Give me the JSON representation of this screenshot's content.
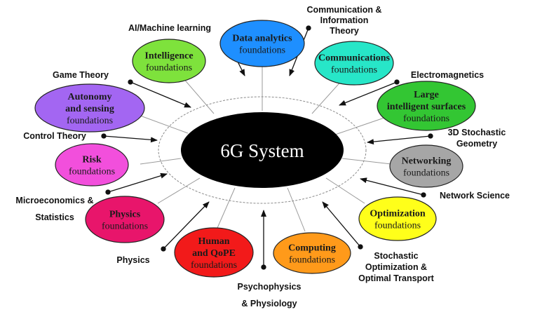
{
  "core": {
    "label": "6G System",
    "color": "#000000"
  },
  "nodes": [
    {
      "id": "data-analytics",
      "title": [
        "Data analytics"
      ],
      "subtitle": "foundations",
      "color": "#1e8fff"
    },
    {
      "id": "intelligence",
      "title": [
        "Intelligence"
      ],
      "subtitle": "foundations",
      "color": "#7ee23c"
    },
    {
      "id": "communications",
      "title": [
        "Communications"
      ],
      "subtitle": "foundations",
      "color": "#27e6c8"
    },
    {
      "id": "autonomy",
      "title": [
        "Autonomy",
        "and sensing"
      ],
      "subtitle": "foundations",
      "color": "#a366f2"
    },
    {
      "id": "lis",
      "title": [
        "Large",
        "intelligent surfaces"
      ],
      "subtitle": "foundations",
      "color": "#33c633"
    },
    {
      "id": "risk",
      "title": [
        "Risk"
      ],
      "subtitle": "foundations",
      "color": "#f24fdc"
    },
    {
      "id": "networking",
      "title": [
        "Networking"
      ],
      "subtitle": "foundations",
      "color": "#a6a6a6"
    },
    {
      "id": "physics",
      "title": [
        "Physics"
      ],
      "subtitle": "foundations",
      "color": "#e8156b"
    },
    {
      "id": "optimization",
      "title": [
        "Optimization"
      ],
      "subtitle": "foundations",
      "color": "#ffff1a"
    },
    {
      "id": "human-qope",
      "title": [
        "Human",
        "and QoPE"
      ],
      "subtitle": "foundations",
      "color": "#f21a1a"
    },
    {
      "id": "computing",
      "title": [
        "Computing"
      ],
      "subtitle": "foundations",
      "color": "#ff9a1a"
    }
  ],
  "external": [
    {
      "id": "ai-ml",
      "lines": [
        "AI/Machine learning"
      ]
    },
    {
      "id": "comm-info-theory",
      "lines": [
        "Communication &",
        "Information",
        "Theory"
      ]
    },
    {
      "id": "game-theory",
      "lines": [
        "Game Theory"
      ]
    },
    {
      "id": "electromagnetics",
      "lines": [
        "Electromagnetics"
      ]
    },
    {
      "id": "control-theory",
      "lines": [
        "Control Theory"
      ]
    },
    {
      "id": "stochastic-geometry",
      "lines": [
        "3D Stochastic",
        "Geometry"
      ]
    },
    {
      "id": "network-science",
      "lines": [
        "Network Science"
      ]
    },
    {
      "id": "microeconomics",
      "lines": [
        "Microeconomics &",
        "Statistics"
      ]
    },
    {
      "id": "physics-ext",
      "lines": [
        "Physics"
      ]
    },
    {
      "id": "stochastic-opt",
      "lines": [
        "Stochastic",
        "Optimization &",
        "Optimal Transport"
      ]
    },
    {
      "id": "psychophysics",
      "lines": [
        "Psychophysics",
        "& Physiology"
      ]
    }
  ]
}
